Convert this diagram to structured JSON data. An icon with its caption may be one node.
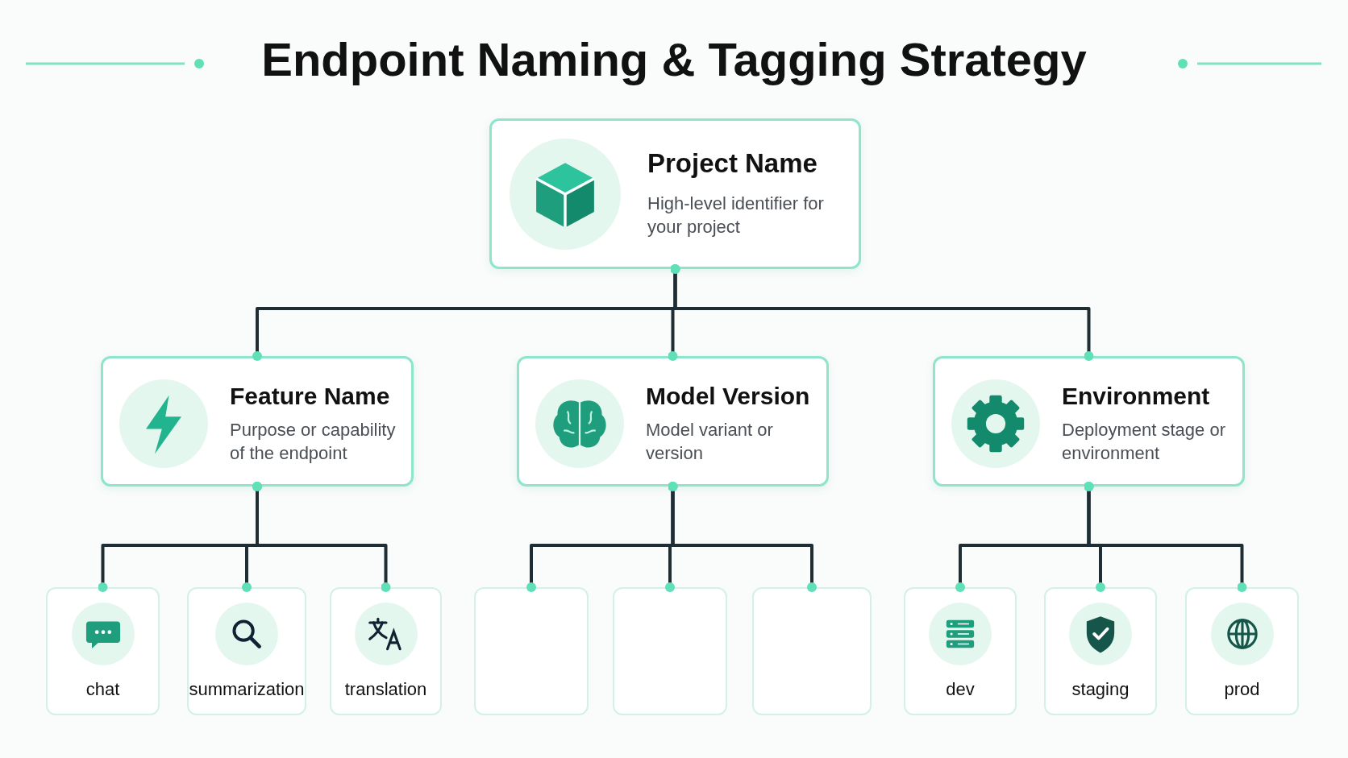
{
  "diagram": {
    "title": "Endpoint Naming & Tagging Strategy",
    "nodes": [
      {
        "text": [
          "Project Name",
          "High-level identifier for your project"
        ]
      },
      {
        "text": [
          "Feature Name",
          "Purpose or capability of the endpoint"
        ]
      },
      {
        "text": [
          "Model Version",
          "Model variant or version"
        ]
      },
      {
        "text": [
          "Environment",
          "Deployment stage or environment"
        ]
      },
      {
        "text": [
          "chat"
        ]
      },
      {
        "text": [
          "summarization"
        ]
      },
      {
        "text": [
          "translation"
        ]
      },
      {
        "text": [],
        "shape": "box"
      },
      {
        "text": [],
        "shape": "box"
      },
      {
        "text": [],
        "shape": "box"
      },
      {
        "text": [
          "dev"
        ]
      },
      {
        "text": [
          "staging"
        ]
      },
      {
        "text": [
          "prod"
        ]
      }
    ],
    "edges": [
      {
        "from": 0,
        "to": 1,
        "arrow": "other"
      },
      {
        "from": 0,
        "to": 2,
        "arrow": "other"
      },
      {
        "from": 0,
        "to": 3,
        "arrow": "other"
      },
      {
        "from": 1,
        "to": 4,
        "arrow": "other"
      },
      {
        "from": 1,
        "to": 5,
        "arrow": "other"
      },
      {
        "from": 1,
        "to": 6,
        "arrow": "other"
      },
      {
        "from": 2,
        "to": 7,
        "arrow": "other"
      },
      {
        "from": 2,
        "to": 8,
        "arrow": "other"
      },
      {
        "from": 2,
        "to": 9,
        "arrow": "other"
      },
      {
        "from": 3,
        "to": 10,
        "arrow": "other"
      },
      {
        "from": 3,
        "to": 11,
        "arrow": "other"
      },
      {
        "from": 3,
        "to": 12,
        "arrow": "other"
      }
    ]
  }
}
